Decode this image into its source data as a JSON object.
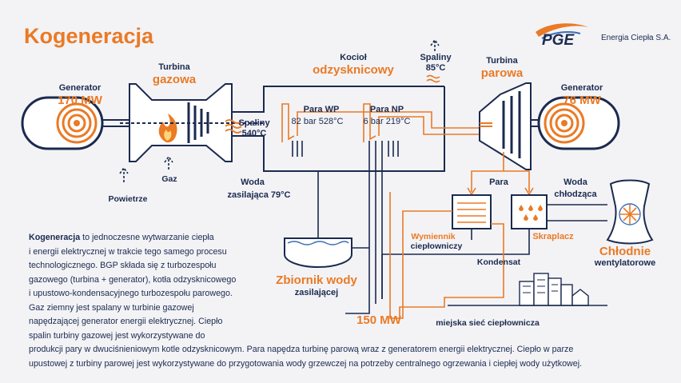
{
  "title": "Kogeneracja",
  "brand": {
    "logo_text": "PGE",
    "company": "Energia Ciepła S.A."
  },
  "colors": {
    "navy": "#1b2a4e",
    "orange": "#ea7a25",
    "background": "#f3f3f6",
    "accent_blue": "#3b6fb6"
  },
  "gas_turbine": {
    "label_top": "Turbina",
    "label_bottom": "gazowa"
  },
  "generator_left": {
    "label": "Generator",
    "power": "170 MW"
  },
  "generator_right": {
    "label": "Generator",
    "power": "76 MW"
  },
  "inputs": {
    "air": "Powietrze",
    "gas": "Gaz"
  },
  "exhaust_in": {
    "label": "Spaliny",
    "temp": "540°C"
  },
  "boiler": {
    "label_top": "Kocioł",
    "label_bottom": "odzysknicowy"
  },
  "exhaust_out": {
    "label": "Spaliny",
    "temp": "85°C"
  },
  "steam_hp": {
    "label": "Para WP",
    "params": "82 bar 528°C"
  },
  "steam_lp": {
    "label": "Para NP",
    "params": "6 bar 219°C"
  },
  "steam_turbine": {
    "label_top": "Turbina",
    "label_bottom": "parowa"
  },
  "feed_water": {
    "label": "Woda",
    "temp": "zasilająca 79°C"
  },
  "feed_tank": {
    "label_top": "Zbiornik wody",
    "label_bottom": "zasilającej"
  },
  "steam_label": "Para",
  "cooling_water": {
    "label_top": "Woda",
    "label_bottom": "chłodząca"
  },
  "heat_exchanger": {
    "label_top": "Wymiennik",
    "label_bottom": "ciepłowniczy"
  },
  "condenser": "Skraplacz",
  "condensate": "Kondensat",
  "cooling_towers": {
    "label_top": "Chłodnie",
    "label_bottom": "wentylatorowe"
  },
  "heat_output": "150 MW",
  "district_heating": "miejska sieć ciepłownicza",
  "description": {
    "term": "Kogeneracja",
    "lines": [
      " to jednoczesne wytwarzanie ciepła",
      "i energii elektrycznej w trakcie tego samego procesu",
      "technologicznego. BGP składa się z turbozespołu",
      "gazowego (turbina + generator), kotła odzysknicowego",
      "i upustowo-kondensacyjnego turbozespołu parowego.",
      "Gaz ziemny jest spalany w turbinie gazowej",
      "napędzającej generator energii elektrycznej. Ciepło",
      "spalin turbiny gazowej jest wykorzystywane do",
      "produkcji pary w dwuciśnieniowym kotle odzysknicowym. Para napędza turbinę parową wraz z generatorem energii elektrycznej. Ciepło w parze",
      "upustowej z turbiny parowej jest wykorzystywane do przygotowania wody grzewczej na potrzeby centralnego ogrzewania i ciepłej wody użytkowej."
    ]
  }
}
